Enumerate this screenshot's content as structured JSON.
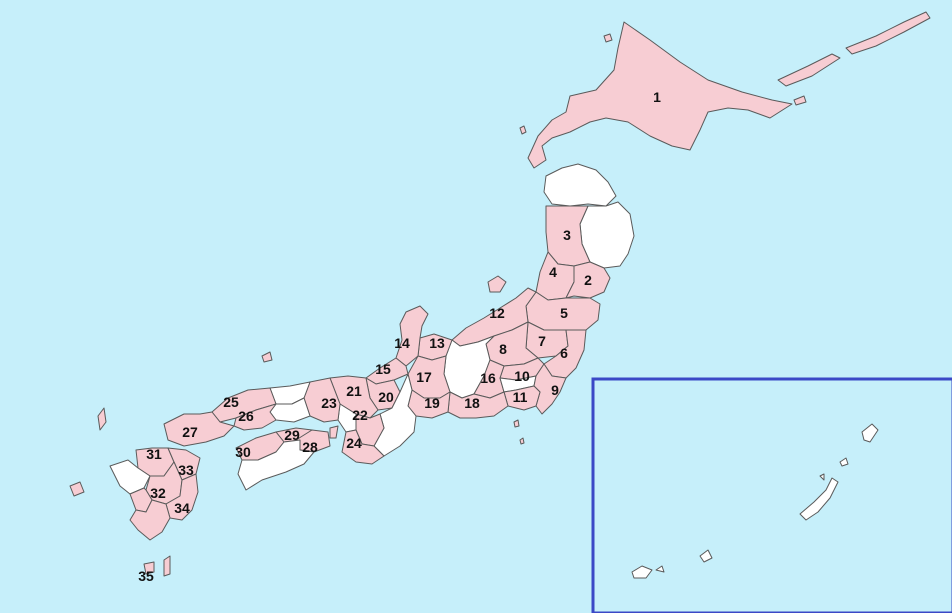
{
  "colors": {
    "sea": "#c6effa",
    "highlighted": "#f7cdd3",
    "not_highlighted": "#ffffff",
    "border": "#5a5a5a",
    "inset_frame": "#3b48c6"
  },
  "labels": [
    "1",
    "2",
    "3",
    "4",
    "5",
    "6",
    "7",
    "8",
    "9",
    "10",
    "11",
    "12",
    "13",
    "14",
    "15",
    "16",
    "17",
    "18",
    "19",
    "20",
    "21",
    "22",
    "23",
    "24",
    "25",
    "26",
    "27",
    "28",
    "29",
    "30",
    "31",
    "32",
    "33",
    "34",
    "35"
  ]
}
